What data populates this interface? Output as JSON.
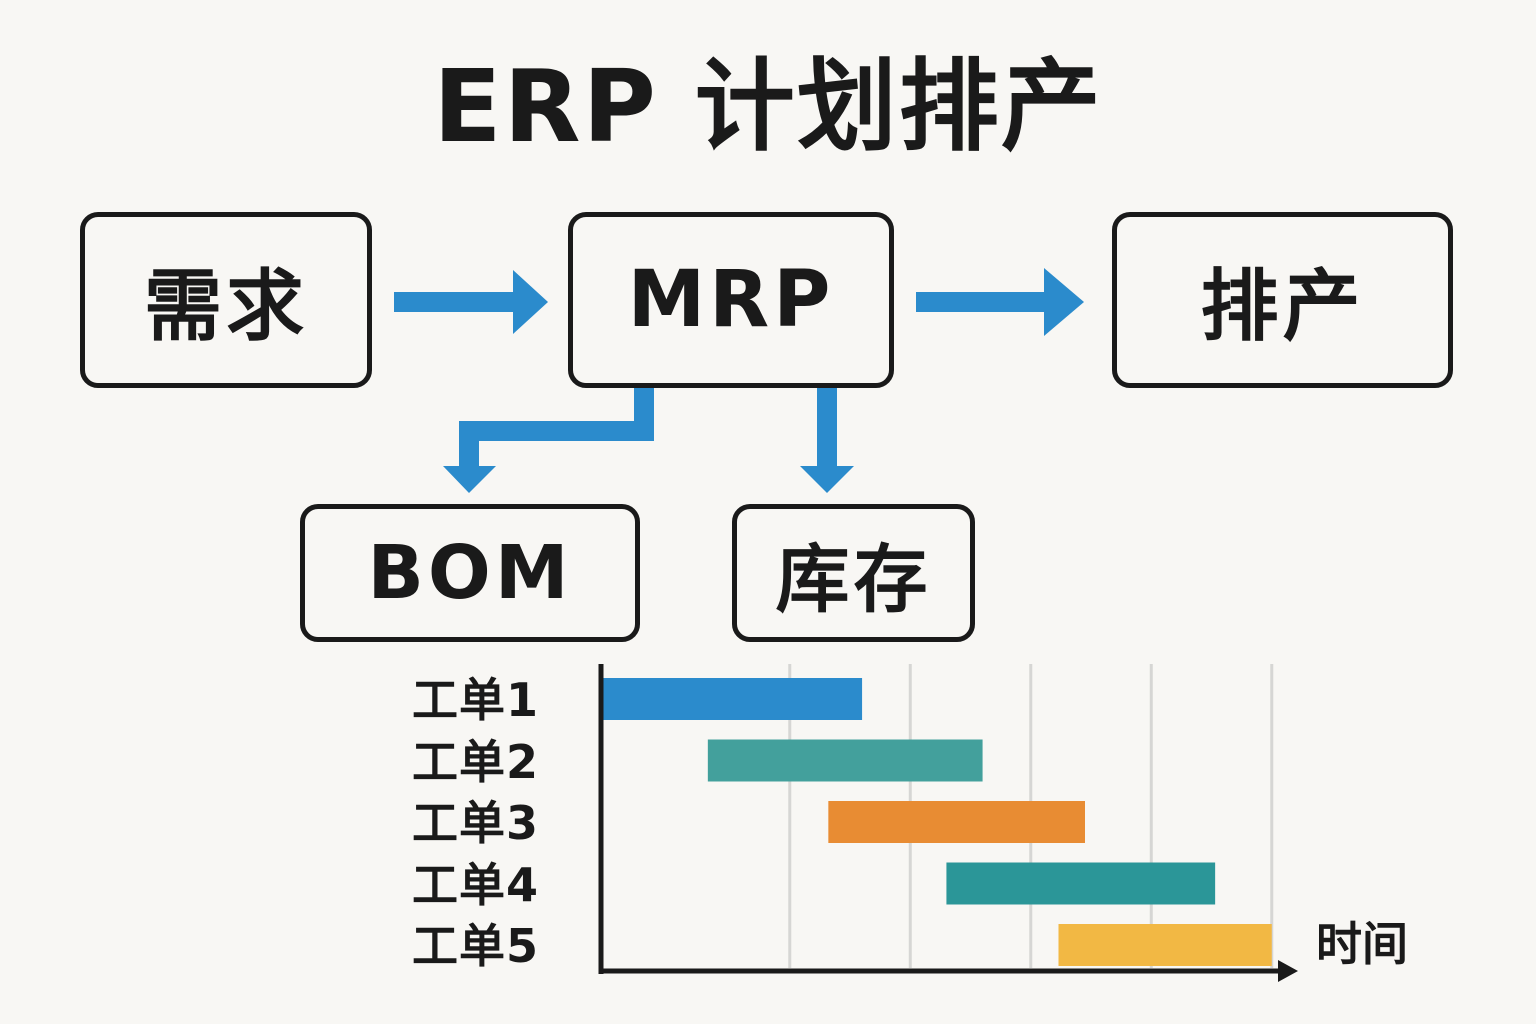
{
  "title": "ERP 计划排产",
  "flow": {
    "nodes": {
      "demand": "需求",
      "mrp": "MRP",
      "schedule": "排产",
      "bom": "BOM",
      "inventory": "库存"
    },
    "edges": [
      {
        "from": "demand",
        "to": "mrp"
      },
      {
        "from": "mrp",
        "to": "schedule"
      },
      {
        "from": "mrp",
        "to": "bom"
      },
      {
        "from": "mrp",
        "to": "inventory"
      }
    ],
    "arrow_color": "#2b8bcc"
  },
  "chart_data": {
    "type": "gantt",
    "title": "",
    "xlabel": "时间",
    "ylabel": "",
    "x_units": "arbitrary time units (unlabeled, estimated from gridlines)",
    "xlim": [
      0,
      5.6
    ],
    "gridlines_x": [
      1.55,
      2.55,
      3.55,
      4.55,
      5.55
    ],
    "grid": true,
    "categories": [
      "工单1",
      "工单2",
      "工单3",
      "工单4",
      "工单5"
    ],
    "tasks": [
      {
        "name": "工单1",
        "start": 0.0,
        "end": 2.15,
        "color": "#2b8bcc"
      },
      {
        "name": "工单2",
        "start": 0.87,
        "end": 3.15,
        "color": "#43a09c"
      },
      {
        "name": "工单3",
        "start": 1.87,
        "end": 4.0,
        "color": "#e88c33"
      },
      {
        "name": "工单4",
        "start": 2.85,
        "end": 5.08,
        "color": "#2b9698"
      },
      {
        "name": "工单5",
        "start": 3.78,
        "end": 5.55,
        "color": "#f2b844"
      }
    ]
  }
}
